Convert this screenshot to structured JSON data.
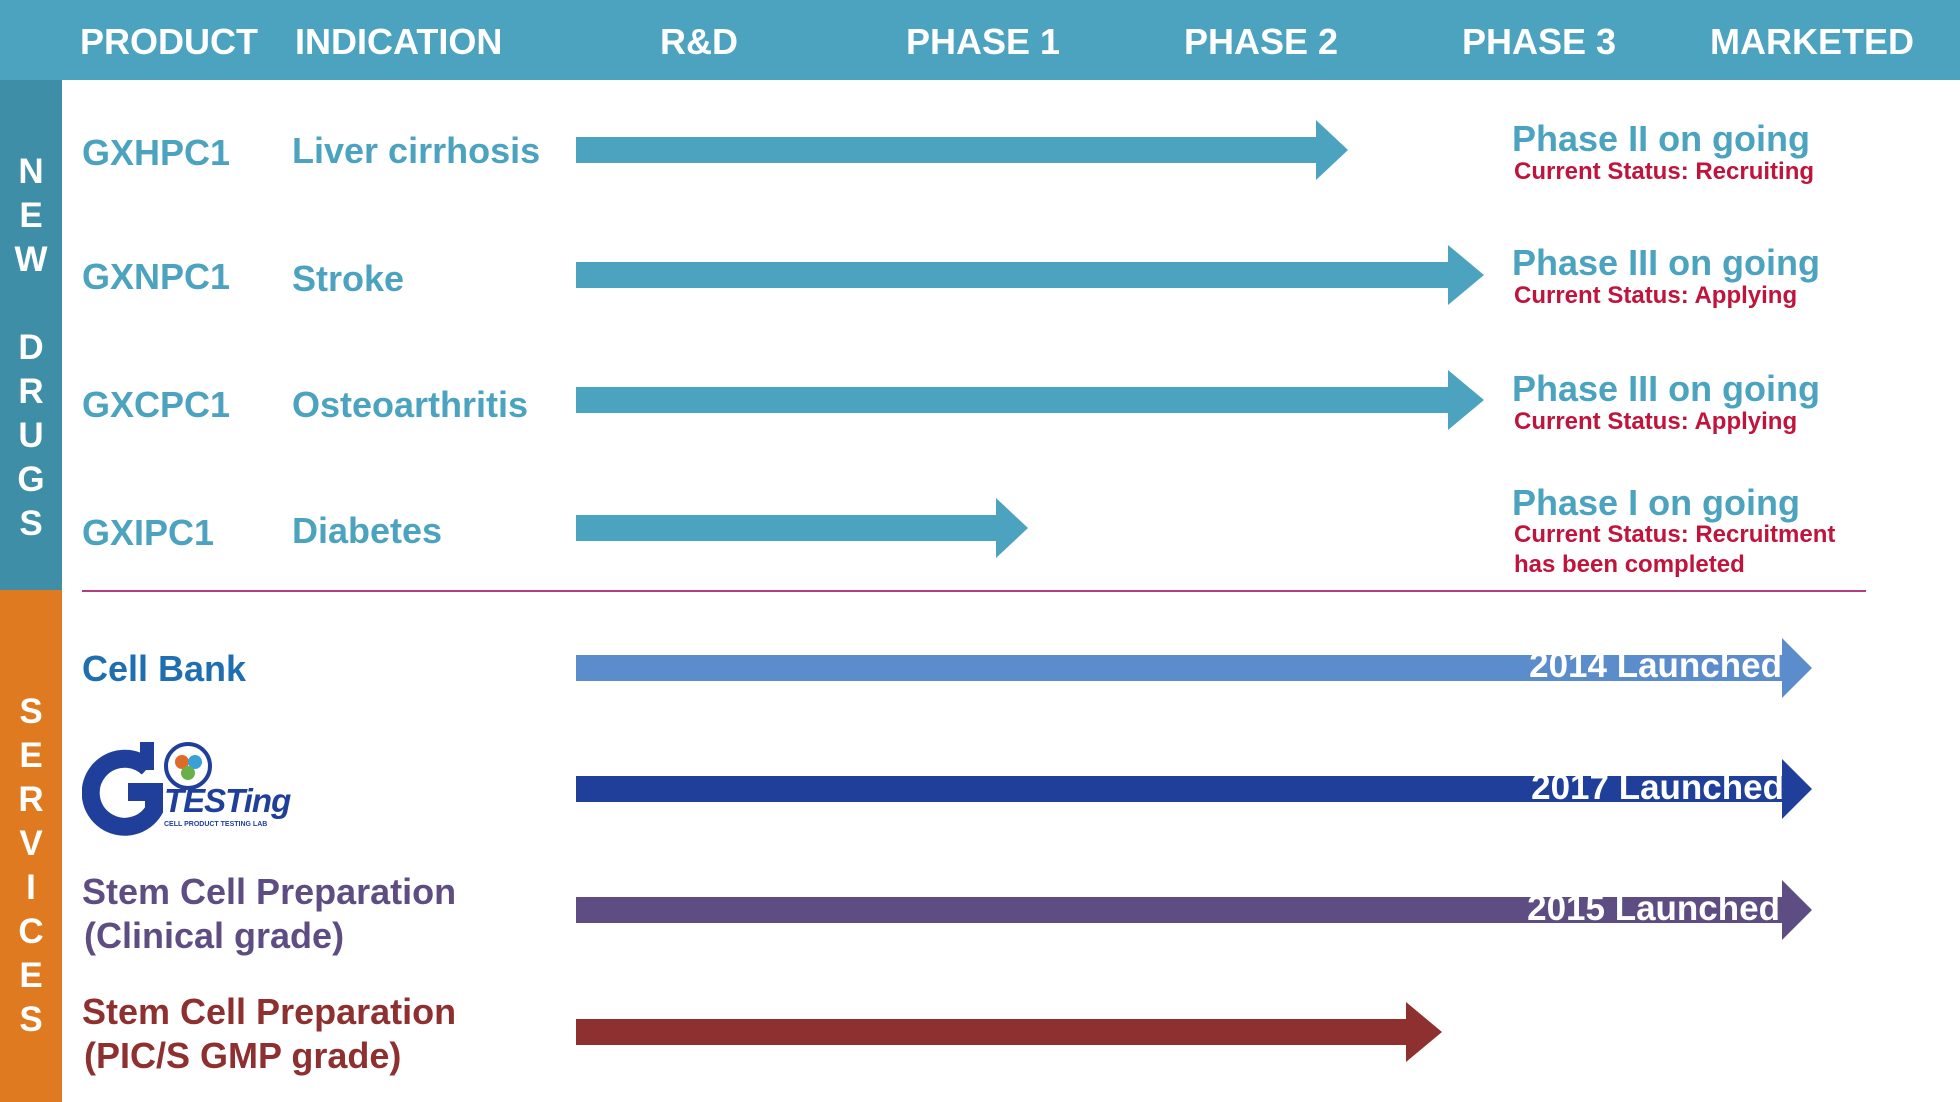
{
  "header": {
    "product": "PRODUCT",
    "indication": "INDICATION",
    "rd": "R&D",
    "phase1": "PHASE 1",
    "phase2": "PHASE 2",
    "phase3": "PHASE 3",
    "marketed": "MARKETED"
  },
  "sections": {
    "new_drugs_letters": [
      "N",
      "E",
      "W",
      "",
      "D",
      "R",
      "U",
      "G",
      "S"
    ],
    "services_letters": [
      "S",
      "E",
      "R",
      "V",
      "I",
      "C",
      "E",
      "S"
    ]
  },
  "new_drugs": [
    {
      "product": "GXHPC1",
      "indication": "Liver cirrhosis",
      "status_title": "Phase II on going",
      "status_detail": "Current Status: Recruiting"
    },
    {
      "product": "GXNPC1",
      "indication": "Stroke",
      "status_title": "Phase III on going",
      "status_detail": "Current Status: Applying"
    },
    {
      "product": "GXCPC1",
      "indication": "Osteoarthritis",
      "status_title": "Phase III on going",
      "status_detail": "Current Status: Applying"
    },
    {
      "product": "GXIPC1",
      "indication": "Diabetes",
      "status_title": "Phase I on going",
      "status_detail": "Current Status: Recruitment has been completed"
    }
  ],
  "services": [
    {
      "name": "Cell Bank",
      "launched": "2014 Launched"
    },
    {
      "name": "",
      "logo_text": "TESTing",
      "logo_subtext": "CELL PRODUCT TESTING LAB",
      "launched": "2017 Launched"
    },
    {
      "name_line1": "Stem Cell Preparation",
      "name_line2": "(Clinical grade)",
      "launched": "2015 Launched"
    },
    {
      "name_line1": "Stem Cell Preparation",
      "name_line2": "(PIC/S GMP grade)",
      "launched": ""
    }
  ],
  "colors": {
    "header": "#4ba3bf",
    "new_drugs_band": "#3d8ea6",
    "services_band": "#e07a20",
    "drug_text": "#4ba3bf",
    "status_detail": "#c0143c",
    "cell_bank": "#5b8ccc",
    "testing": "#1f3f9a",
    "clinical": "#5e4d82",
    "gmp": "#8e3030"
  }
}
